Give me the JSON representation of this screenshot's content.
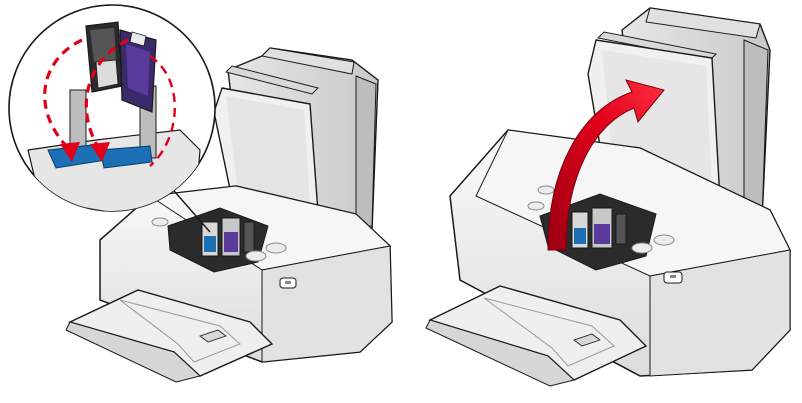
{
  "figure": {
    "panels": [
      {
        "id": "step-close-cartridge-lids",
        "inset": {
          "contents": [
            "black-cartridge",
            "color-cartridge",
            "carrier-lid-black",
            "carrier-lid-color"
          ],
          "arrows": [
            "close-lid-arrow-left",
            "close-lid-arrow-right"
          ],
          "arrow_style": "dashed"
        },
        "printer": {
          "access_cover": "open",
          "paper_support": "raised",
          "output_tray": "extended"
        }
      },
      {
        "id": "step-close-access-cover",
        "arrow": "close-cover-arrow",
        "printer": {
          "access_cover": "open",
          "paper_support": "raised",
          "output_tray": "extended"
        }
      }
    ]
  },
  "colors": {
    "outline": "#1a1a1a",
    "body": "#f2f2f2",
    "shade": "#d0d0d0",
    "dark_shade": "#9a9a9a",
    "carriage": "#2b2b2b",
    "cartridge_blue": "#1b6fb5",
    "cartridge_violet": "#5a3a9a",
    "arrow_red": "#e0001b",
    "arrow_dark_red": "#9c0010"
  }
}
